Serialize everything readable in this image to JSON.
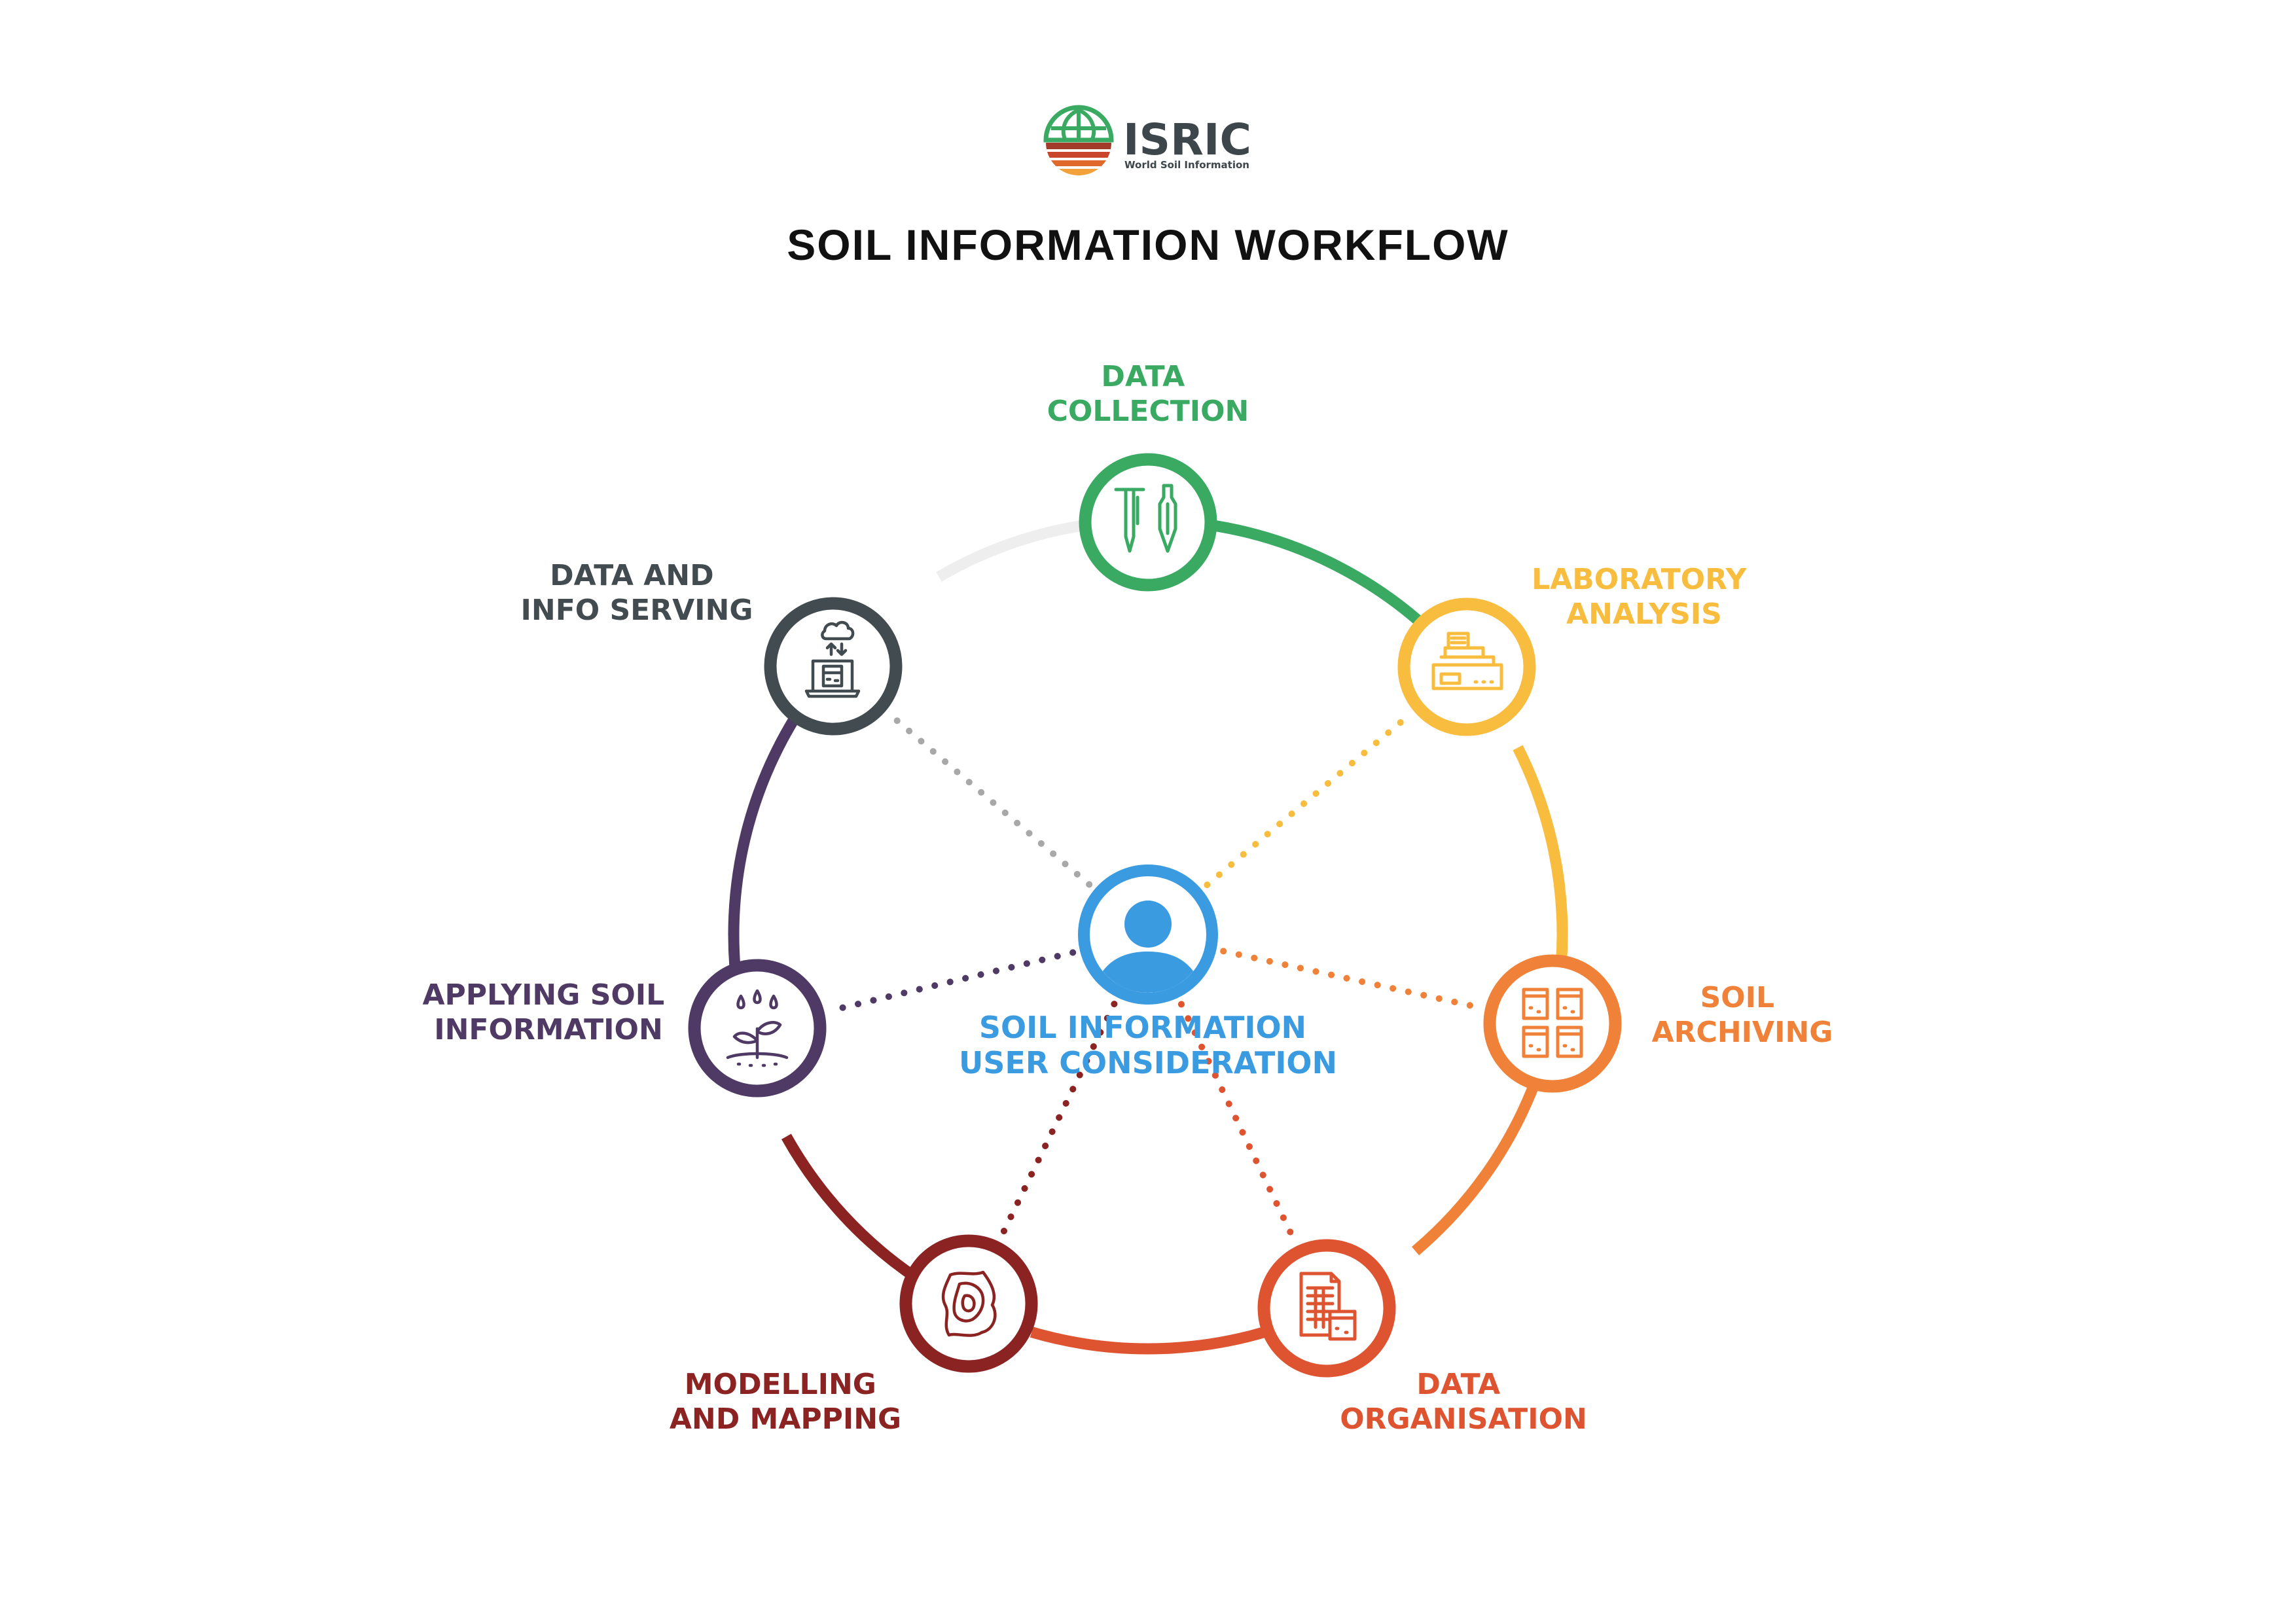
{
  "logo": {
    "name": "ISRIC",
    "tagline": "World Soil Information"
  },
  "title": "SOIL INFORMATION WORKFLOW",
  "center": {
    "label_line1": "SOIL INFORMATION",
    "label_line2": "USER CONSIDERATION",
    "color": "#3b9be0"
  },
  "steps": [
    {
      "id": "data-collection",
      "line1": "DATA",
      "line2": "COLLECTION",
      "color": "#3aaa63",
      "icon": "soil-tools-icon"
    },
    {
      "id": "laboratory-analysis",
      "line1": "LABORATORY",
      "line2": "ANALYSIS",
      "color": "#f8bd3f",
      "icon": "lab-equipment-icon"
    },
    {
      "id": "soil-archiving",
      "line1": "SOIL",
      "line2": "ARCHIVING",
      "color": "#ef8238",
      "icon": "sample-jars-icon"
    },
    {
      "id": "data-organisation",
      "line1": "DATA",
      "line2": "ORGANISATION",
      "color": "#de5431",
      "icon": "spreadsheet-icon"
    },
    {
      "id": "modelling-and-mapping",
      "line1": "MODELLING",
      "line2": "AND MAPPING",
      "color": "#8a2321",
      "icon": "contour-map-icon"
    },
    {
      "id": "applying-soil-information",
      "line1": "APPLYING SOIL",
      "line2": "INFORMATION",
      "color": "#4e3a64",
      "icon": "plant-water-icon"
    },
    {
      "id": "data-and-info-serving",
      "line1": "DATA AND",
      "line2": "INFO SERVING",
      "color": "#424b4f",
      "icon": "cloud-server-icon"
    }
  ],
  "colors": {
    "title": "#111111",
    "logo_text": "#3d474b",
    "ring_segment_last": "#eeeeee",
    "dot_serving": "#a8a8a8"
  }
}
